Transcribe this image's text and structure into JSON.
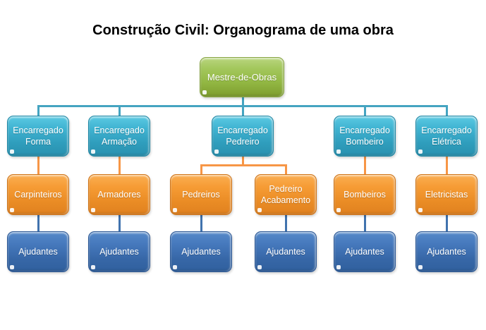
{
  "title": "Construção Civil: Organograma de uma obra",
  "org": {
    "root": {
      "label": "Mestre-de-Obras"
    },
    "branches": [
      {
        "supervisor": "Encarregado Forma",
        "teams": [
          {
            "team": "Carpinteiros",
            "helpers": "Ajudantes"
          }
        ]
      },
      {
        "supervisor": "Encarregado Armação",
        "teams": [
          {
            "team": "Armadores",
            "helpers": "Ajudantes"
          }
        ]
      },
      {
        "supervisor": "Encarregado Pedreiro",
        "teams": [
          {
            "team": "Pedreiros",
            "helpers": "Ajudantes"
          },
          {
            "team": "Pedreiro Acabamento",
            "helpers": "Ajudantes"
          }
        ]
      },
      {
        "supervisor": "Encarregado Bombeiro",
        "teams": [
          {
            "team": "Bombeiros",
            "helpers": "Ajudantes"
          }
        ]
      },
      {
        "supervisor": "Encarregado Elétrica",
        "teams": [
          {
            "team": "Eletricistas",
            "helpers": "Ajudantes"
          }
        ]
      }
    ]
  },
  "colors": {
    "root_green": "#93b844",
    "supervisor_teal": "#35a8c6",
    "team_orange": "#f0922c",
    "helper_blue": "#3e70b2",
    "connector_teal": "#45a4c1",
    "connector_orange": "#f79646",
    "connector_blue": "#4173ae",
    "title_text": "#000000",
    "background": "#ffffff"
  }
}
